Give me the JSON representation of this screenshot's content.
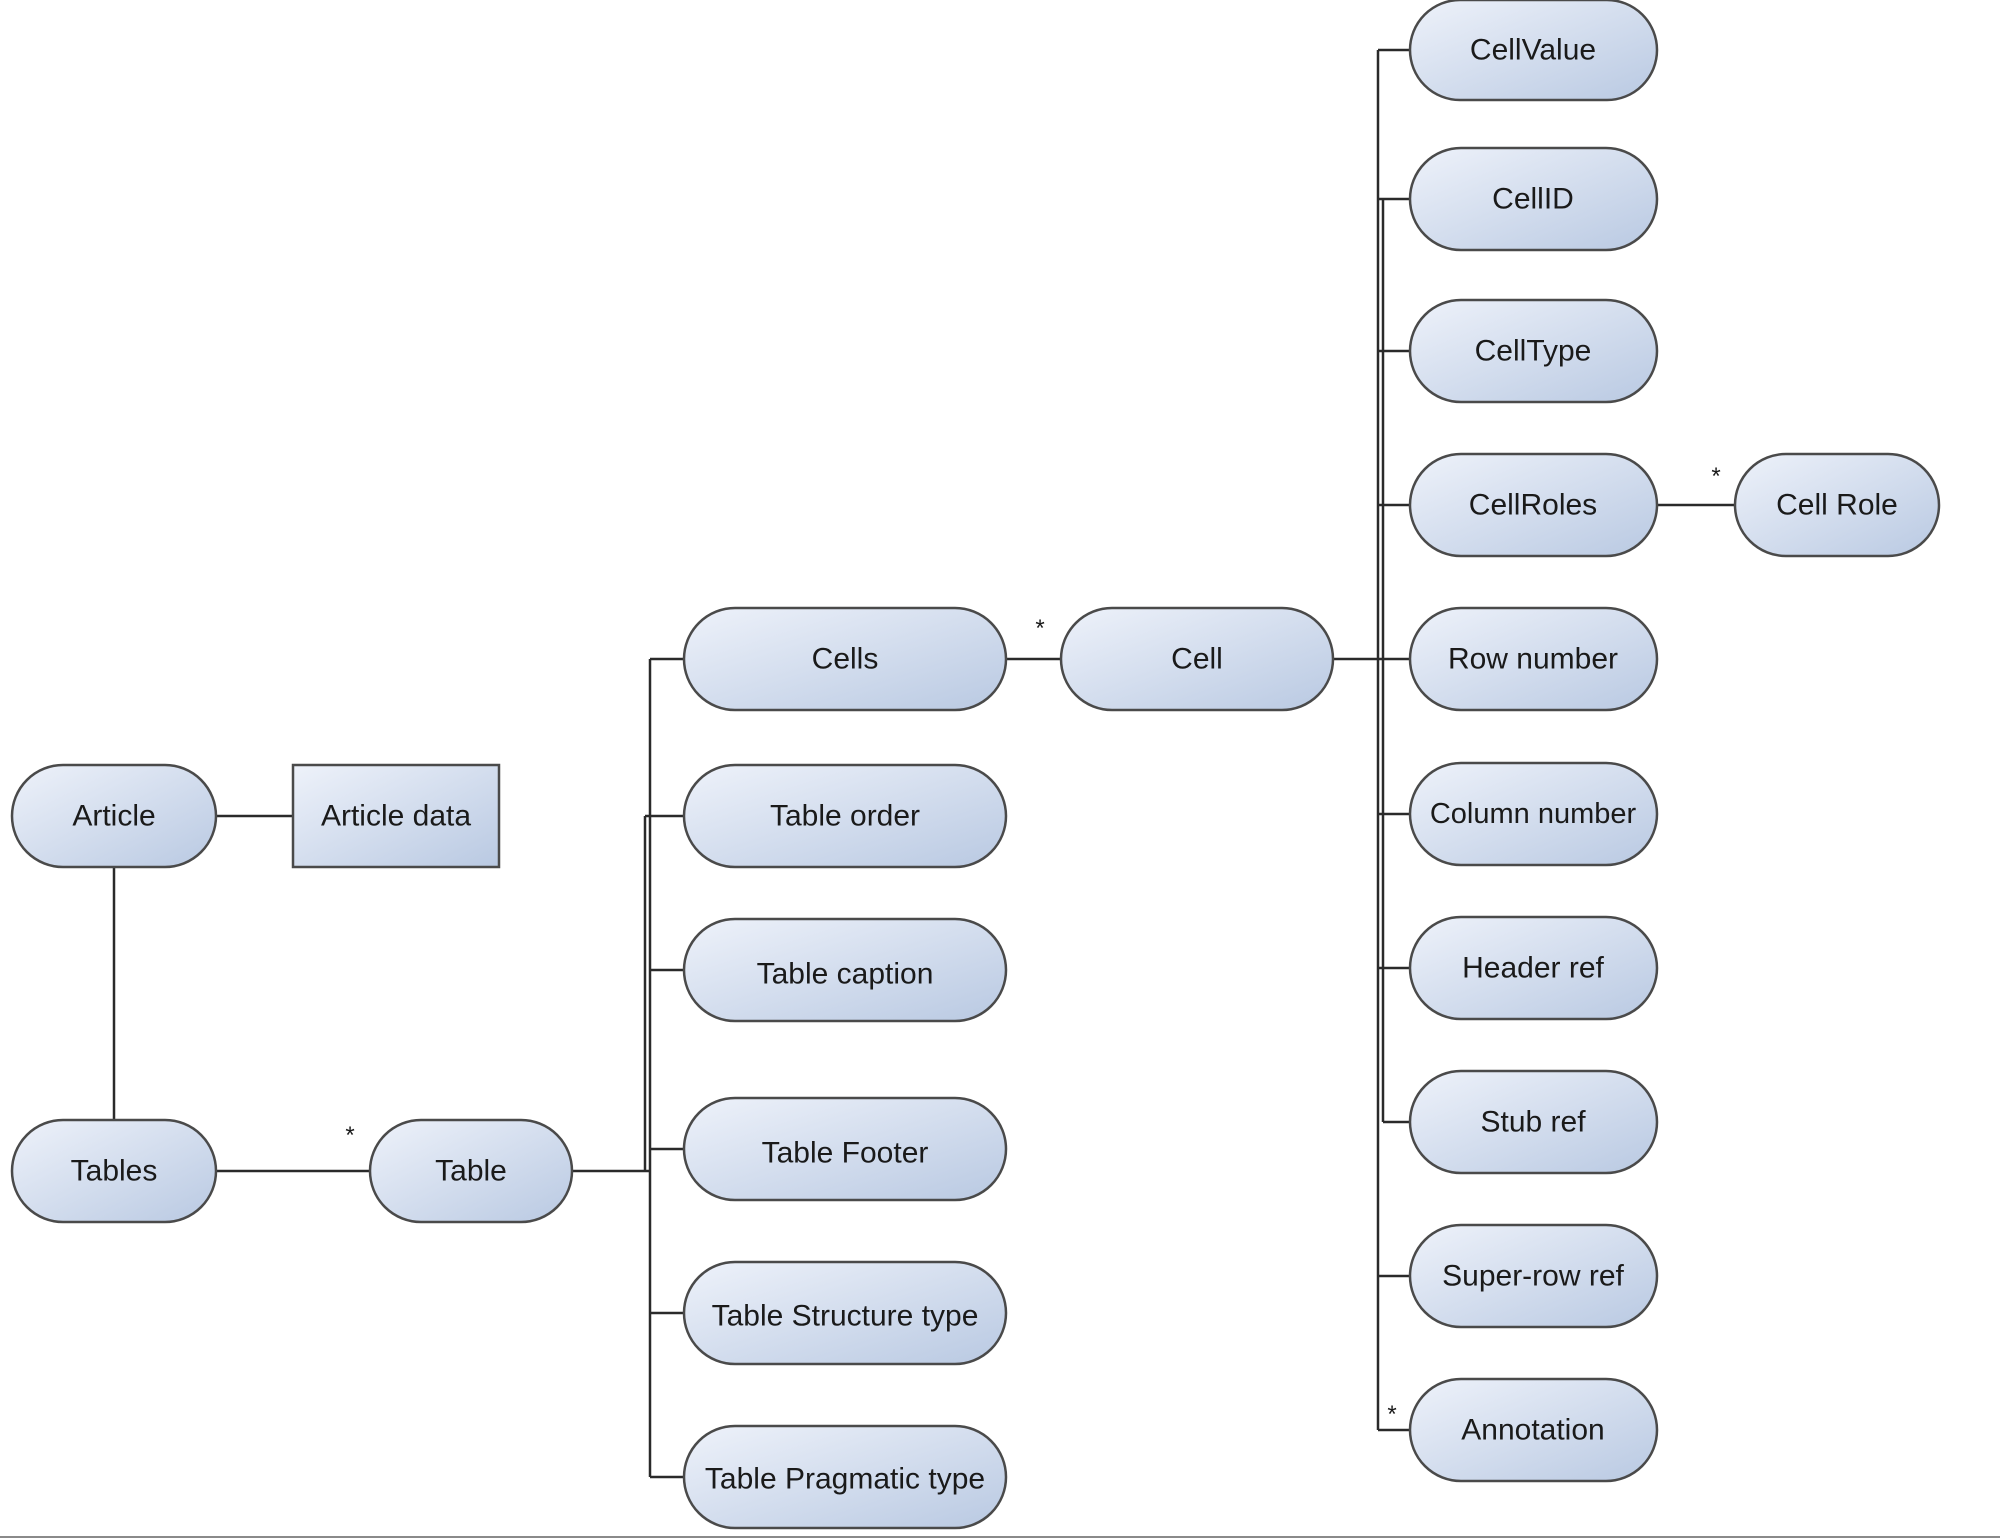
{
  "colors": {
    "node_fill_start": "#eef2fa",
    "node_fill_end": "#b9c9e2",
    "node_stroke": "#4a4a4a",
    "edge": "#2a2a2a"
  },
  "nodes": {
    "article": "Article",
    "article_data": "Article data",
    "tables": "Tables",
    "table": "Table",
    "cells": "Cells",
    "table_order": "Table order",
    "table_caption": "Table caption",
    "table_footer": "Table Footer",
    "table_structure_type": "Table Structure type",
    "table_pragmatic_type": "Table Pragmatic type",
    "cell": "Cell",
    "cell_value": "CellValue",
    "cell_id": "CellID",
    "cell_type": "CellType",
    "cell_roles": "CellRoles",
    "cell_role": "Cell Role",
    "row_number": "Row number",
    "column_number": "Column number",
    "header_ref": "Header ref",
    "stub_ref": "Stub ref",
    "super_row_ref": "Super-row ref",
    "annotation": "Annotation"
  },
  "multiplicity": {
    "tables_table": "*",
    "cells_cell": "*",
    "cellroles_cellrole": "*",
    "annotation": "*"
  }
}
